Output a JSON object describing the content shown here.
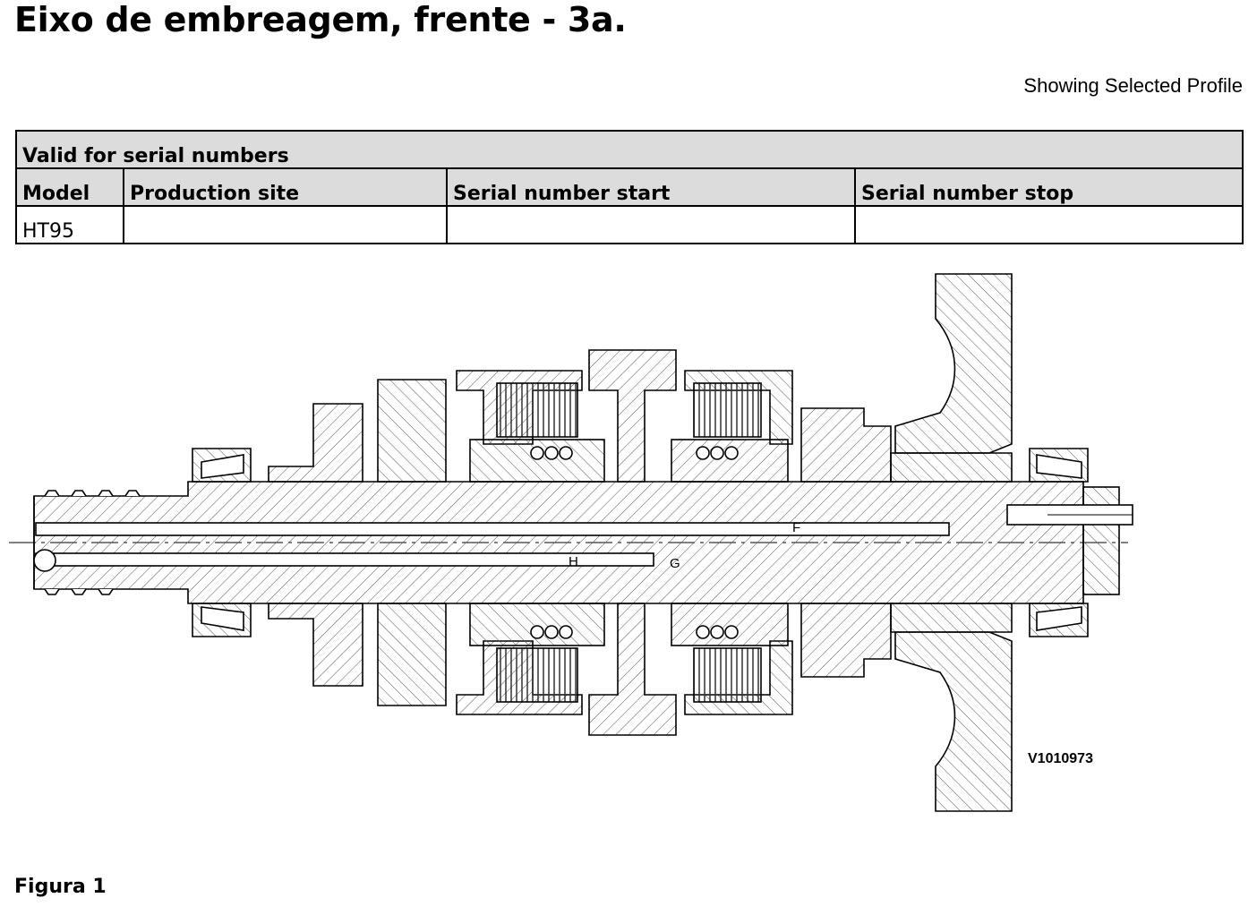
{
  "title": "Eixo de embreagem, frente - 3a.",
  "profile_note": "Showing Selected Profile",
  "serial_table": {
    "heading": "Valid for serial numbers",
    "columns": [
      "Model",
      "Production site",
      "Serial number start",
      "Serial number stop"
    ],
    "rows": [
      {
        "model": "HT95",
        "production_site": "",
        "serial_start": "",
        "serial_stop": ""
      }
    ]
  },
  "figure": {
    "code": "V1010973",
    "labels": {
      "f": "F",
      "h": "H",
      "g": "G"
    },
    "caption": "Figura 1"
  }
}
